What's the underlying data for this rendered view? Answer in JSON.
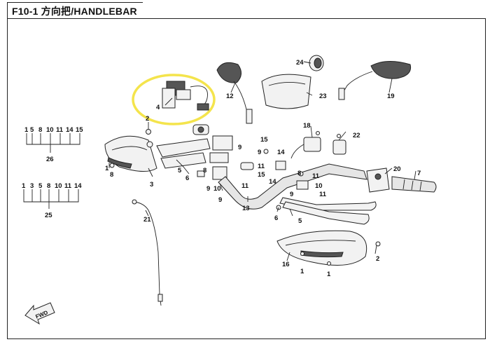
{
  "title": "F10-1 方向把/HANDLEBAR",
  "highlight_color": "#f4e44c",
  "callouts": [
    {
      "id": "c1",
      "text": "1"
    },
    {
      "id": "c2",
      "text": "2"
    },
    {
      "id": "c3",
      "text": "3"
    },
    {
      "id": "c4",
      "text": "4"
    },
    {
      "id": "c5",
      "text": "5"
    },
    {
      "id": "c6",
      "text": "6"
    },
    {
      "id": "c7",
      "text": "7"
    },
    {
      "id": "c8",
      "text": "8"
    },
    {
      "id": "c9",
      "text": "9"
    },
    {
      "id": "c10",
      "text": "10"
    },
    {
      "id": "c11",
      "text": "11"
    },
    {
      "id": "c12",
      "text": "12"
    },
    {
      "id": "c13",
      "text": "13"
    },
    {
      "id": "c14",
      "text": "14"
    },
    {
      "id": "c15",
      "text": "15"
    },
    {
      "id": "c16",
      "text": "16"
    },
    {
      "id": "c18",
      "text": "18"
    },
    {
      "id": "c19",
      "text": "19"
    },
    {
      "id": "c20",
      "text": "20"
    },
    {
      "id": "c21",
      "text": "21"
    },
    {
      "id": "c22",
      "text": "22"
    },
    {
      "id": "c23",
      "text": "23"
    },
    {
      "id": "c24",
      "text": "24"
    }
  ],
  "kit_26": {
    "parts": [
      "1",
      "5",
      "8",
      "10",
      "11",
      "14",
      "15"
    ],
    "kit": "26"
  },
  "kit_25": {
    "parts": [
      "1",
      "3",
      "5",
      "8",
      "10",
      "11",
      "14"
    ],
    "kit": "25"
  },
  "fwd_label": "FWD"
}
